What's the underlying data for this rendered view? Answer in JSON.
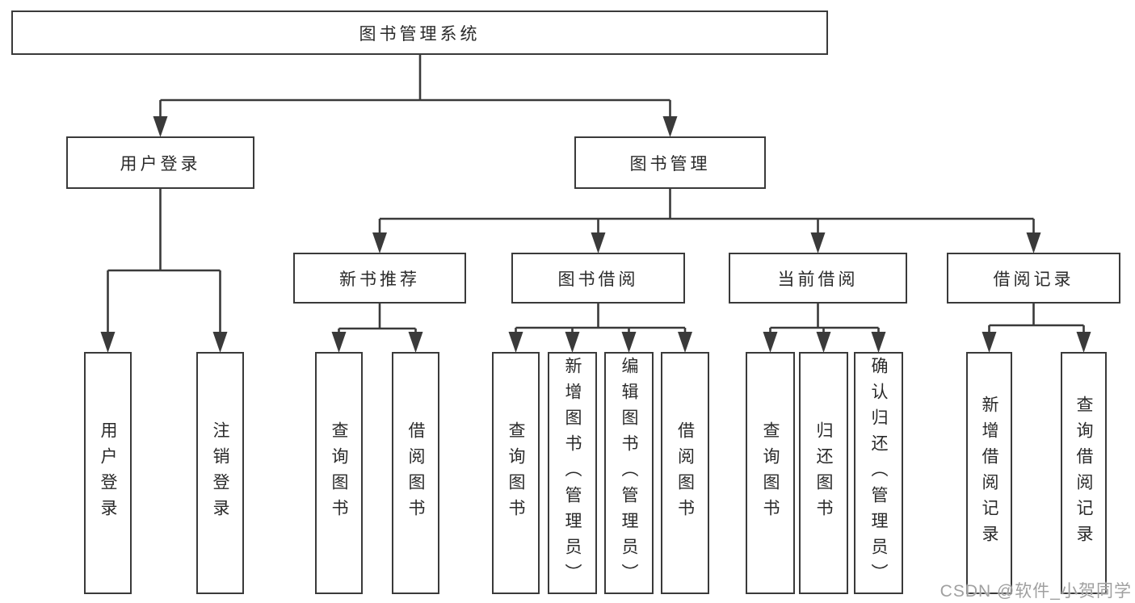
{
  "diagram_title": "图书管理系统",
  "nodes": [
    {
      "id": "library-system",
      "label": "图书管理系统",
      "parent": null
    },
    {
      "id": "user-login",
      "label": "用户登录",
      "parent": "library-system"
    },
    {
      "id": "book-management",
      "label": "图书管理",
      "parent": "library-system"
    },
    {
      "id": "new-book-recommend",
      "label": "新书推荐",
      "parent": "book-management"
    },
    {
      "id": "book-borrowing",
      "label": "图书借阅",
      "parent": "book-management"
    },
    {
      "id": "current-borrowing",
      "label": "当前借阅",
      "parent": "book-management"
    },
    {
      "id": "borrowing-records",
      "label": "借阅记录",
      "parent": "book-management"
    },
    {
      "id": "leaf-user-login",
      "label": "用户登录",
      "parent": "user-login"
    },
    {
      "id": "leaf-logout",
      "label": "注销登录",
      "parent": "user-login"
    },
    {
      "id": "leaf-query-books-1",
      "label": "查询图书",
      "parent": "new-book-recommend"
    },
    {
      "id": "leaf-borrow-books-1",
      "label": "借阅图书",
      "parent": "new-book-recommend"
    },
    {
      "id": "leaf-query-books-2",
      "label": "查询图书",
      "parent": "book-borrowing"
    },
    {
      "id": "leaf-add-book-admin",
      "label": "新增图书（管理员）",
      "parent": "book-borrowing"
    },
    {
      "id": "leaf-edit-book-admin",
      "label": "编辑图书（管理员）",
      "parent": "book-borrowing"
    },
    {
      "id": "leaf-borrow-books-2",
      "label": "借阅图书",
      "parent": "book-borrowing"
    },
    {
      "id": "leaf-query-books-3",
      "label": "查询图书",
      "parent": "current-borrowing"
    },
    {
      "id": "leaf-return-books",
      "label": "归还图书",
      "parent": "current-borrowing"
    },
    {
      "id": "leaf-confirm-return",
      "label": "确认归还（管理员）",
      "parent": "current-borrowing"
    },
    {
      "id": "leaf-add-borrow-record",
      "label": "新增借阅记录",
      "parent": "borrowing-records"
    },
    {
      "id": "leaf-query-borrow-record",
      "label": "查询借阅记录",
      "parent": "borrowing-records"
    }
  ],
  "watermark": {
    "text": "CSDN @软件_小贺同学"
  },
  "colors": {
    "line": "#3a3a3a",
    "box_border": "#3a3a3a",
    "text": "#2a2a2a",
    "watermark": "#a0a0a0",
    "background": "#ffffff"
  }
}
